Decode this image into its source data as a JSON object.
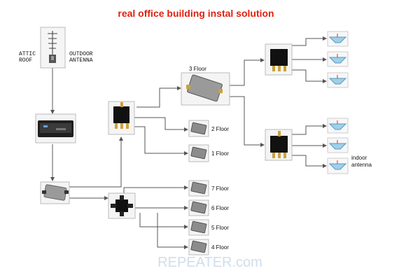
{
  "title": "real office building instal solution",
  "title_color": "#e02010",
  "labels": {
    "attic": "ATTIC",
    "roof": "ROOF",
    "outdoor": "OUTDOOR",
    "antenna": "ANTENNA",
    "floor3": "3 Floor",
    "floor2": "2 Floor",
    "floor1": "1 Floor",
    "floor7": "7 Floor",
    "floor6": "6 Floor",
    "floor5": "5 Floor",
    "floor4": "4 Floor",
    "indoor": "indoor",
    "indoor_antenna": "antenna"
  },
  "watermark": "REPEATER.com",
  "watermark_color": "#a9c3df",
  "line_color": "#555555",
  "icons": {
    "outdoor_antenna": "yagi-antenna-icon",
    "repeater": "repeater-unit-icon",
    "coupler": "coupler-icon",
    "splitter": "power-splitter-icon",
    "four_way_splitter": "four-way-splitter-icon",
    "indoor_antenna": "ceiling-antenna-icon"
  }
}
